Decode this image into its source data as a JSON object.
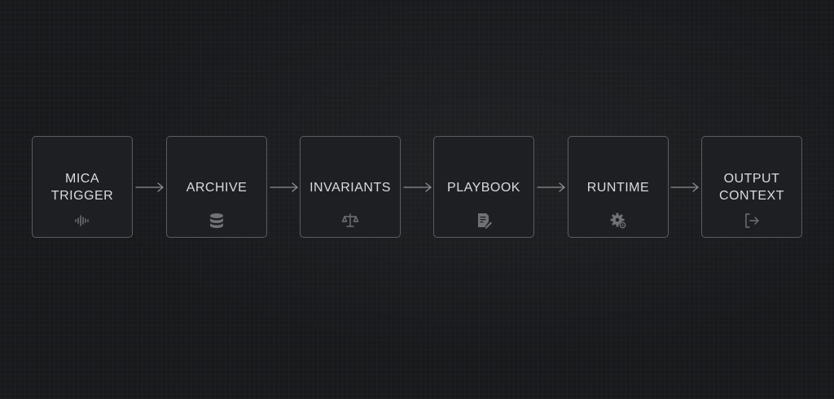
{
  "diagram": {
    "nodes": [
      {
        "lines": [
          "MICA",
          "TRIGGER"
        ],
        "icon": "audio-waveform-icon"
      },
      {
        "lines": [
          "ARCHIVE"
        ],
        "icon": "database-icon"
      },
      {
        "lines": [
          "INVARIANTS"
        ],
        "icon": "balance-scale-icon"
      },
      {
        "lines": [
          "PLAYBOOK"
        ],
        "icon": "document-edit-icon"
      },
      {
        "lines": [
          "RUNTIME"
        ],
        "icon": "gear-settings-icon"
      },
      {
        "lines": [
          "OUTPUT",
          "CONTEXT"
        ],
        "icon": "exit-arrow-icon"
      }
    ],
    "edges": [
      {
        "from": 0,
        "to": 1
      },
      {
        "from": 1,
        "to": 2
      },
      {
        "from": 2,
        "to": 3
      },
      {
        "from": 3,
        "to": 4
      },
      {
        "from": 4,
        "to": 5
      }
    ],
    "colors": {
      "background": "#17191c",
      "node_fill": "#1e2024",
      "node_border": "#5a5d62",
      "text": "#d9dbde",
      "icon": "#6f7378",
      "arrow": "#8a8d92"
    }
  }
}
